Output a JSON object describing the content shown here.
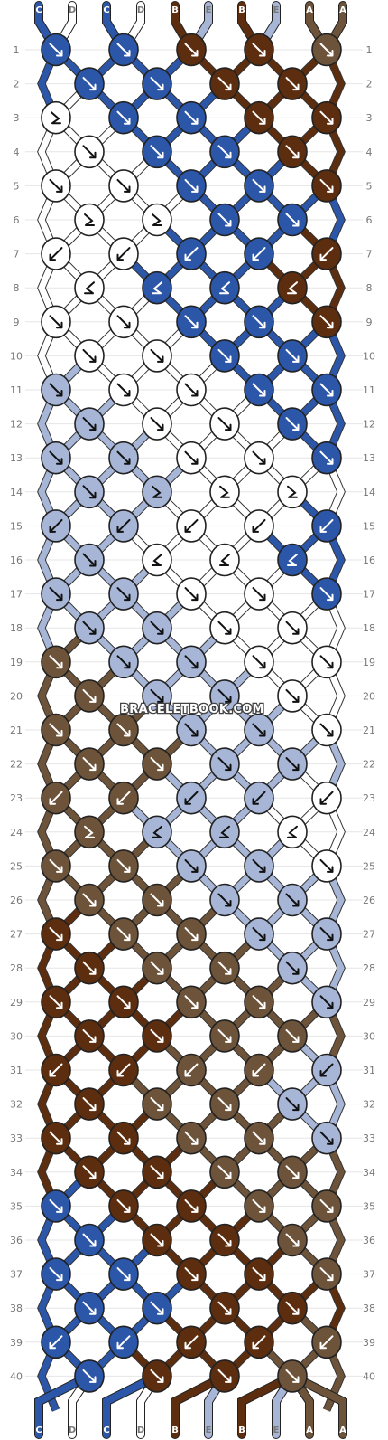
{
  "watermark": "BRACELETBOOK.COM",
  "palette": {
    "C": "#2c56a8",
    "D": "#ffffff",
    "B": "#5c2d0e",
    "E": "#a7b6d6",
    "A": "#6c5339"
  },
  "top_strings": [
    "C",
    "D",
    "C",
    "D",
    "B",
    "E",
    "B",
    "E",
    "A",
    "A"
  ],
  "bottom_strings": [
    "C",
    "D",
    "C",
    "D",
    "B",
    "E",
    "B",
    "E",
    "A",
    "A"
  ],
  "rows": [
    {
      "n": "1",
      "knots": [
        [
          "C",
          "r"
        ],
        [
          "C",
          "r"
        ],
        [
          "B",
          "r"
        ],
        [
          "B",
          "r"
        ],
        [
          "A",
          "r"
        ]
      ]
    },
    {
      "n": "2",
      "knots": [
        [
          "C",
          "r"
        ],
        [
          "C",
          "r"
        ],
        [
          "B",
          "r"
        ],
        [
          "B",
          "r"
        ]
      ]
    },
    {
      "n": "3",
      "knots": [
        [
          "D",
          "rl"
        ],
        [
          "C",
          "r"
        ],
        [
          "C",
          "r"
        ],
        [
          "B",
          "r"
        ],
        [
          "B",
          "r"
        ]
      ]
    },
    {
      "n": "4",
      "knots": [
        [
          "D",
          "r"
        ],
        [
          "C",
          "r"
        ],
        [
          "C",
          "r"
        ],
        [
          "B",
          "r"
        ]
      ]
    },
    {
      "n": "5",
      "knots": [
        [
          "D",
          "r"
        ],
        [
          "D",
          "r"
        ],
        [
          "C",
          "r"
        ],
        [
          "C",
          "r"
        ],
        [
          "B",
          "r"
        ]
      ]
    },
    {
      "n": "6",
      "knots": [
        [
          "D",
          "rl"
        ],
        [
          "D",
          "rl"
        ],
        [
          "C",
          "r"
        ],
        [
          "C",
          "r"
        ]
      ]
    },
    {
      "n": "7",
      "knots": [
        [
          "D",
          "l"
        ],
        [
          "D",
          "l"
        ],
        [
          "C",
          "l"
        ],
        [
          "C",
          "l"
        ],
        [
          "B",
          "l"
        ]
      ]
    },
    {
      "n": "8",
      "knots": [
        [
          "D",
          "lr"
        ],
        [
          "C",
          "lr"
        ],
        [
          "C",
          "lr"
        ],
        [
          "B",
          "lr"
        ]
      ]
    },
    {
      "n": "9",
      "knots": [
        [
          "D",
          "r"
        ],
        [
          "D",
          "r"
        ],
        [
          "C",
          "r"
        ],
        [
          "C",
          "r"
        ],
        [
          "B",
          "r"
        ]
      ]
    },
    {
      "n": "10",
      "knots": [
        [
          "D",
          "r"
        ],
        [
          "D",
          "r"
        ],
        [
          "C",
          "r"
        ],
        [
          "C",
          "r"
        ]
      ]
    },
    {
      "n": "11",
      "knots": [
        [
          "E",
          "r"
        ],
        [
          "D",
          "r"
        ],
        [
          "D",
          "r"
        ],
        [
          "C",
          "r"
        ],
        [
          "C",
          "r"
        ]
      ]
    },
    {
      "n": "12",
      "knots": [
        [
          "E",
          "r"
        ],
        [
          "D",
          "r"
        ],
        [
          "D",
          "r"
        ],
        [
          "C",
          "r"
        ]
      ]
    },
    {
      "n": "13",
      "knots": [
        [
          "E",
          "r"
        ],
        [
          "E",
          "r"
        ],
        [
          "D",
          "r"
        ],
        [
          "D",
          "r"
        ],
        [
          "C",
          "r"
        ]
      ]
    },
    {
      "n": "14",
      "knots": [
        [
          "E",
          "r"
        ],
        [
          "E",
          "rl"
        ],
        [
          "D",
          "rl"
        ],
        [
          "D",
          "rl"
        ]
      ]
    },
    {
      "n": "15",
      "knots": [
        [
          "E",
          "l"
        ],
        [
          "E",
          "l"
        ],
        [
          "D",
          "l"
        ],
        [
          "D",
          "l"
        ],
        [
          "C",
          "l"
        ]
      ]
    },
    {
      "n": "16",
      "knots": [
        [
          "E",
          "r"
        ],
        [
          "D",
          "lr"
        ],
        [
          "D",
          "lr"
        ],
        [
          "C",
          "lr"
        ]
      ]
    },
    {
      "n": "17",
      "knots": [
        [
          "E",
          "r"
        ],
        [
          "E",
          "r"
        ],
        [
          "D",
          "r"
        ],
        [
          "D",
          "r"
        ],
        [
          "C",
          "r"
        ]
      ]
    },
    {
      "n": "18",
      "knots": [
        [
          "E",
          "r"
        ],
        [
          "E",
          "r"
        ],
        [
          "D",
          "r"
        ],
        [
          "D",
          "r"
        ]
      ]
    },
    {
      "n": "19",
      "knots": [
        [
          "A",
          "r"
        ],
        [
          "E",
          "r"
        ],
        [
          "E",
          "r"
        ],
        [
          "D",
          "r"
        ],
        [
          "D",
          "r"
        ]
      ]
    },
    {
      "n": "20",
      "knots": [
        [
          "A",
          "r"
        ],
        [
          "E",
          "r"
        ],
        [
          "E",
          "r"
        ],
        [
          "D",
          "r"
        ]
      ]
    },
    {
      "n": "21",
      "knots": [
        [
          "A",
          "r"
        ],
        [
          "A",
          "r"
        ],
        [
          "E",
          "r"
        ],
        [
          "E",
          "r"
        ],
        [
          "D",
          "r"
        ]
      ]
    },
    {
      "n": "22",
      "knots": [
        [
          "A",
          "r"
        ],
        [
          "A",
          "r"
        ],
        [
          "E",
          "r"
        ],
        [
          "E",
          "r"
        ]
      ]
    },
    {
      "n": "23",
      "knots": [
        [
          "A",
          "l"
        ],
        [
          "A",
          "l"
        ],
        [
          "E",
          "l"
        ],
        [
          "E",
          "l"
        ],
        [
          "D",
          "l"
        ]
      ]
    },
    {
      "n": "24",
      "knots": [
        [
          "A",
          "rl"
        ],
        [
          "E",
          "lr"
        ],
        [
          "E",
          "lr"
        ],
        [
          "D",
          "lr"
        ]
      ]
    },
    {
      "n": "25",
      "knots": [
        [
          "A",
          "r"
        ],
        [
          "A",
          "r"
        ],
        [
          "E",
          "r"
        ],
        [
          "E",
          "r"
        ],
        [
          "D",
          "r"
        ]
      ]
    },
    {
      "n": "26",
      "knots": [
        [
          "A",
          "r"
        ],
        [
          "A",
          "r"
        ],
        [
          "E",
          "r"
        ],
        [
          "E",
          "r"
        ]
      ]
    },
    {
      "n": "27",
      "knots": [
        [
          "B",
          "r"
        ],
        [
          "A",
          "r"
        ],
        [
          "A",
          "r"
        ],
        [
          "E",
          "r"
        ],
        [
          "E",
          "r"
        ]
      ]
    },
    {
      "n": "28",
      "knots": [
        [
          "B",
          "r"
        ],
        [
          "A",
          "r"
        ],
        [
          "A",
          "r"
        ],
        [
          "E",
          "r"
        ]
      ]
    },
    {
      "n": "29",
      "knots": [
        [
          "B",
          "r"
        ],
        [
          "B",
          "r"
        ],
        [
          "A",
          "r"
        ],
        [
          "A",
          "r"
        ],
        [
          "E",
          "r"
        ]
      ]
    },
    {
      "n": "30",
      "knots": [
        [
          "B",
          "r"
        ],
        [
          "B",
          "r"
        ],
        [
          "A",
          "r"
        ],
        [
          "A",
          "r"
        ]
      ]
    },
    {
      "n": "31",
      "knots": [
        [
          "B",
          "l"
        ],
        [
          "B",
          "l"
        ],
        [
          "A",
          "l"
        ],
        [
          "A",
          "l"
        ],
        [
          "E",
          "l"
        ]
      ]
    },
    {
      "n": "32",
      "knots": [
        [
          "B",
          "r"
        ],
        [
          "A",
          "r"
        ],
        [
          "A",
          "r"
        ],
        [
          "E",
          "r"
        ]
      ]
    },
    {
      "n": "33",
      "knots": [
        [
          "B",
          "r"
        ],
        [
          "B",
          "r"
        ],
        [
          "A",
          "r"
        ],
        [
          "A",
          "r"
        ],
        [
          "E",
          "r"
        ]
      ]
    },
    {
      "n": "34",
      "knots": [
        [
          "B",
          "r"
        ],
        [
          "B",
          "r"
        ],
        [
          "A",
          "r"
        ],
        [
          "A",
          "r"
        ]
      ]
    },
    {
      "n": "35",
      "knots": [
        [
          "C",
          "r"
        ],
        [
          "B",
          "r"
        ],
        [
          "B",
          "r"
        ],
        [
          "A",
          "r"
        ],
        [
          "A",
          "r"
        ]
      ]
    },
    {
      "n": "36",
      "knots": [
        [
          "C",
          "r"
        ],
        [
          "B",
          "r"
        ],
        [
          "B",
          "r"
        ],
        [
          "A",
          "r"
        ]
      ]
    },
    {
      "n": "37",
      "knots": [
        [
          "C",
          "r"
        ],
        [
          "C",
          "r"
        ],
        [
          "B",
          "r"
        ],
        [
          "B",
          "r"
        ],
        [
          "A",
          "r"
        ]
      ]
    },
    {
      "n": "38",
      "knots": [
        [
          "C",
          "r"
        ],
        [
          "C",
          "r"
        ],
        [
          "B",
          "r"
        ],
        [
          "B",
          "r"
        ]
      ]
    },
    {
      "n": "39",
      "knots": [
        [
          "C",
          "l"
        ],
        [
          "C",
          "l"
        ],
        [
          "B",
          "l"
        ],
        [
          "B",
          "l"
        ],
        [
          "A",
          "l"
        ]
      ]
    },
    {
      "n": "40",
      "knots": [
        [
          "C",
          "r"
        ],
        [
          "B",
          "r"
        ],
        [
          "B",
          "r"
        ],
        [
          "A",
          "r"
        ]
      ]
    }
  ]
}
